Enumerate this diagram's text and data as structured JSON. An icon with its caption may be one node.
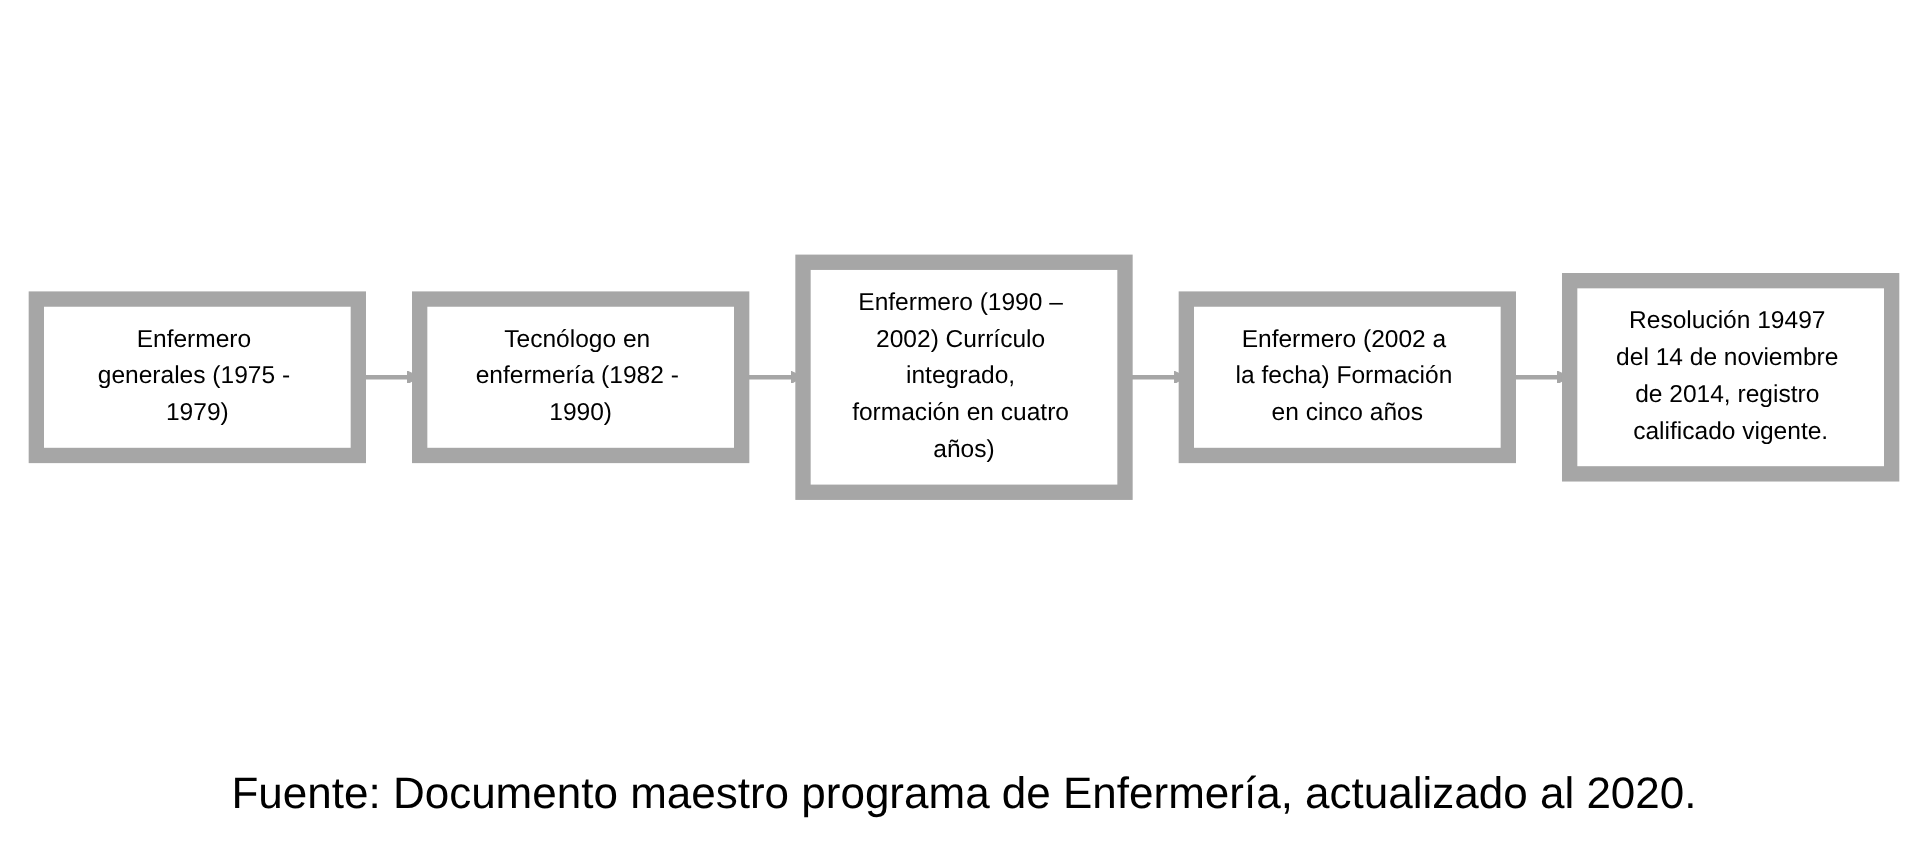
{
  "diagram": {
    "caption": "Fuente: Documento maestro programa de Enfermería, actualizado al 2020.",
    "nodes": [
      {
        "text": [
          "Enfermero generales (1975 - 1979)"
        ]
      },
      {
        "text": [
          "Tecnólogo en enfermería (1982 - 1990)"
        ]
      },
      {
        "text": [
          "Enfermero (1990 – 2002) Currículo integrado, formación en cuatro años)"
        ]
      },
      {
        "text": [
          "Enfermero (2002 a la fecha) Formación en cinco años"
        ]
      },
      {
        "text": [
          "Resolución 19497 del 14 de noviembre de 2014, registro calificado vigente."
        ]
      }
    ],
    "edges": [
      {
        "from": 0,
        "to": 1,
        "arrow": "to"
      },
      {
        "from": 1,
        "to": 2,
        "arrow": "to"
      },
      {
        "from": 2,
        "to": 3,
        "arrow": "to"
      },
      {
        "from": 3,
        "to": 4,
        "arrow": "to"
      }
    ]
  }
}
